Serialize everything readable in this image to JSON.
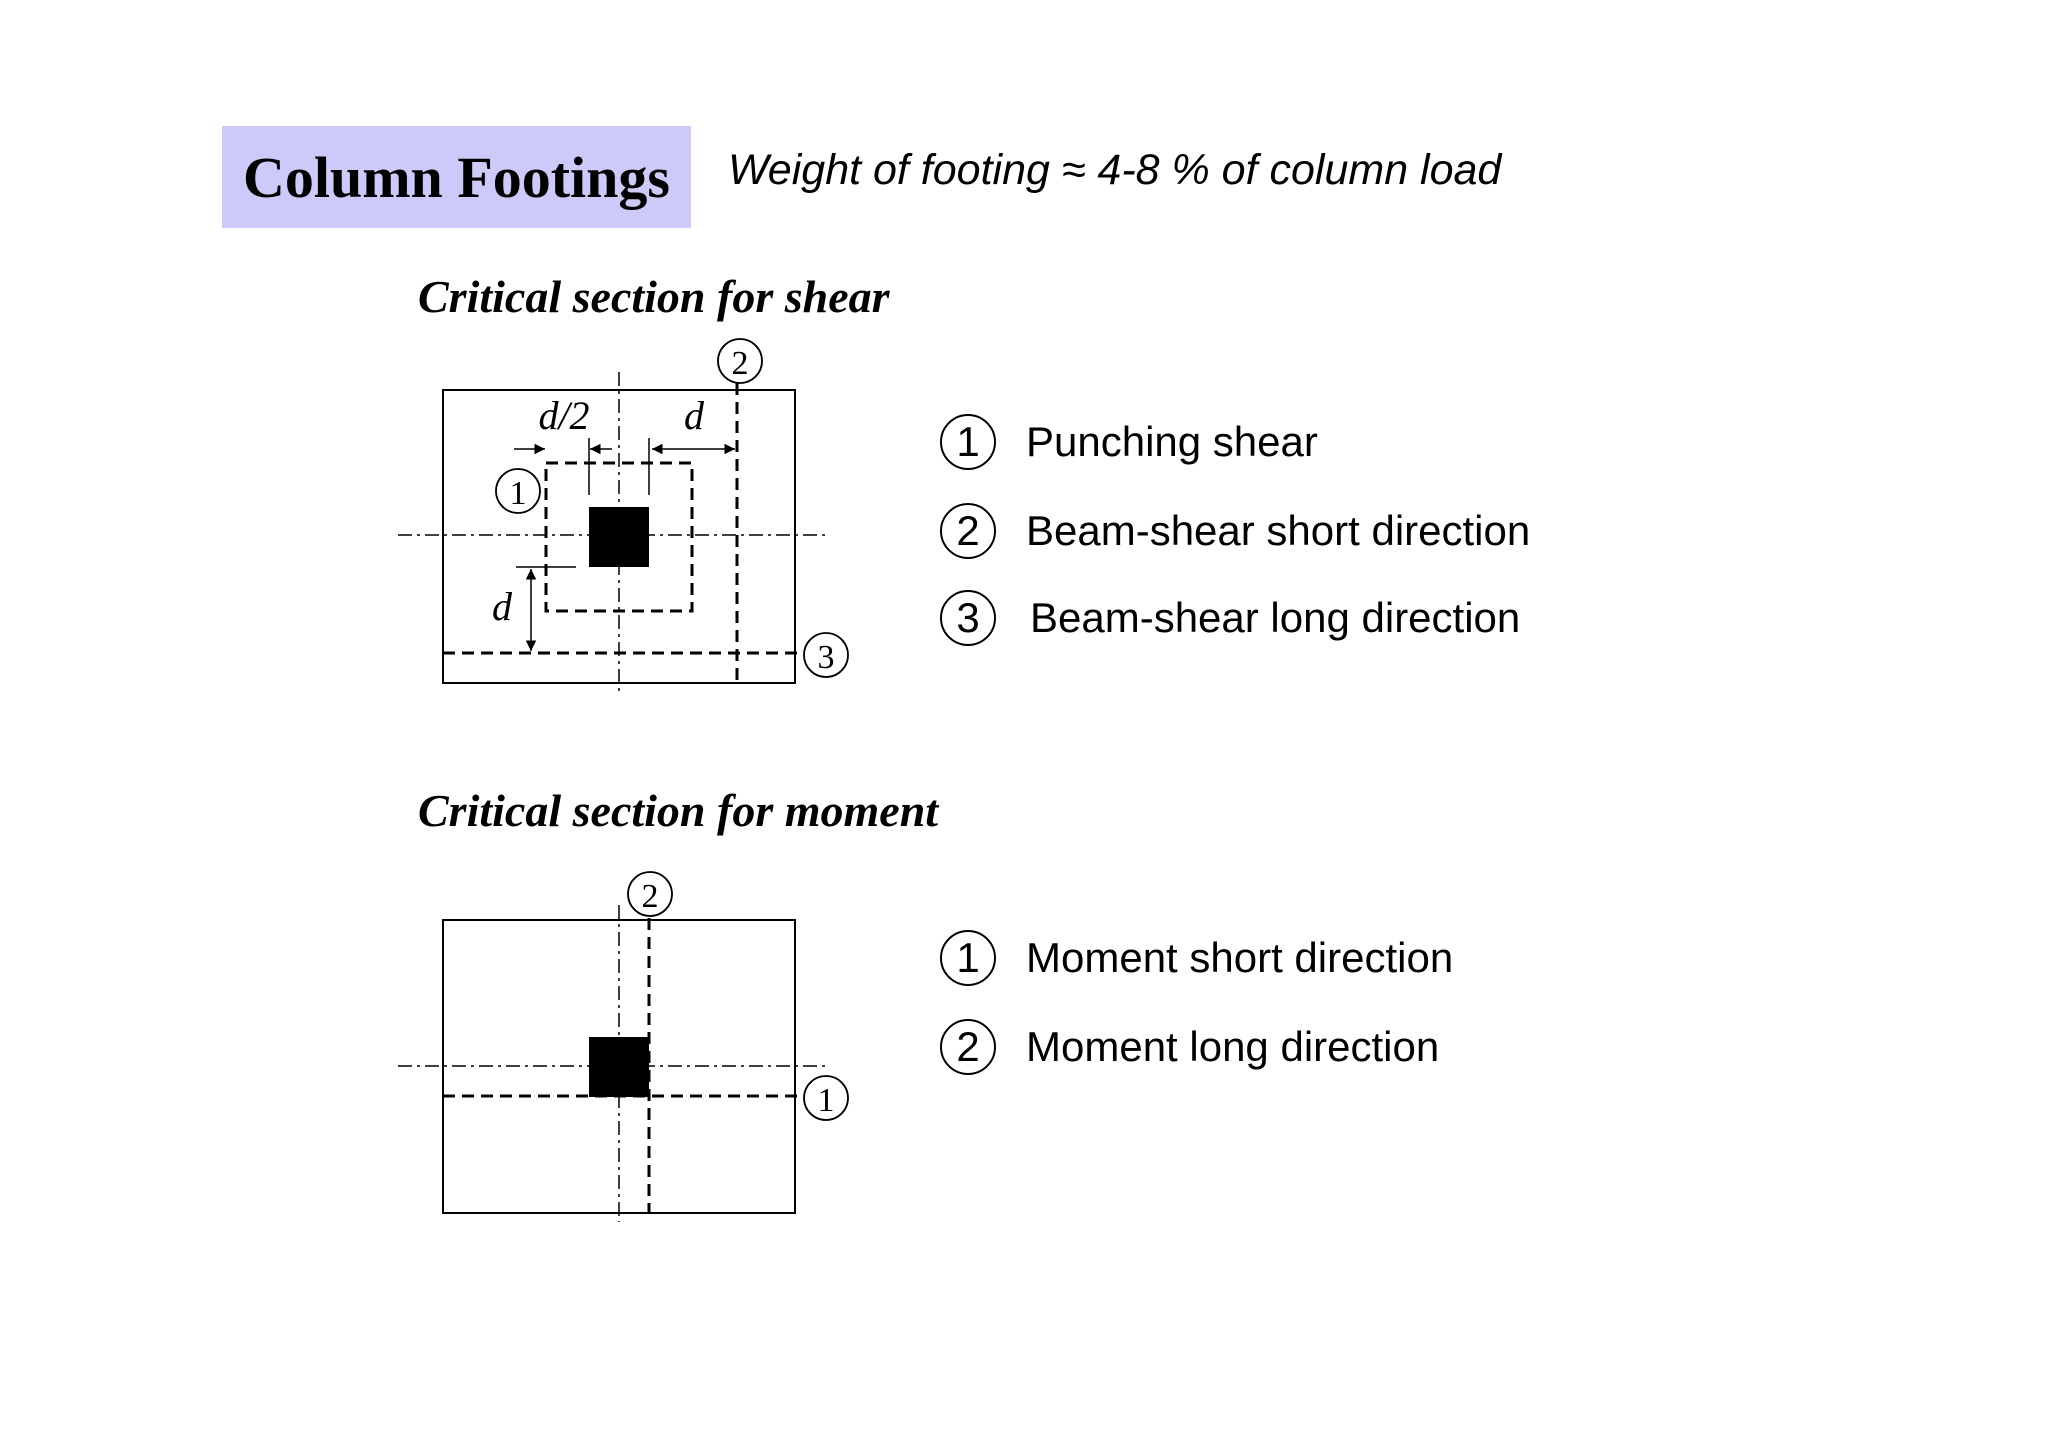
{
  "header": {
    "title": "Column Footings",
    "subtitle": "Weight of footing ≈ 4-8 % of column load"
  },
  "shear": {
    "heading": "Critical section for shear",
    "dim_half_d": "d/2",
    "dim_d_top": "d",
    "dim_d_left": "d",
    "markers": [
      "1",
      "2",
      "3"
    ],
    "legend": [
      {
        "num": "1",
        "label": "Punching shear"
      },
      {
        "num": "2",
        "label": "Beam-shear short direction"
      },
      {
        "num": "3",
        "label": "Beam-shear long direction"
      }
    ]
  },
  "moment": {
    "heading": "Critical section for moment",
    "markers": [
      "2",
      "1"
    ],
    "legend": [
      {
        "num": "1",
        "label": "Moment short direction"
      },
      {
        "num": "2",
        "label": "Moment long direction"
      }
    ]
  }
}
